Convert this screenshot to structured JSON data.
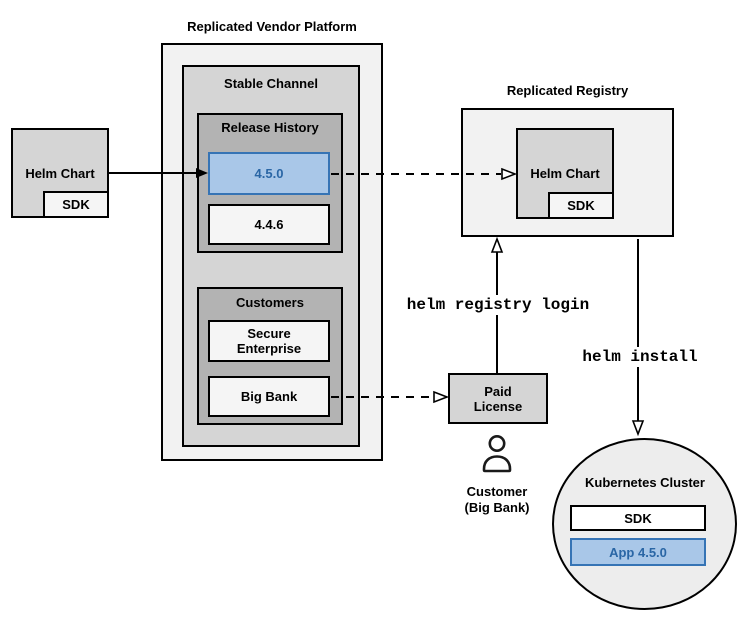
{
  "colors": {
    "background": "#ffffff",
    "container_fill": "#f2f2f2",
    "channel_fill": "#d5d5d5",
    "group_fill": "#b3b3b3",
    "item_fill": "#f5f5f5",
    "highlight_fill": "#a9c7e8",
    "highlight_border": "#3674b5",
    "highlight_text": "#2a66a5",
    "border": "#000000",
    "cluster_fill": "#ededed"
  },
  "vendor_platform": {
    "title": "Replicated Vendor Platform",
    "stable_channel": {
      "title": "Stable Channel",
      "release_history": {
        "title": "Release History",
        "releases": [
          {
            "version": "4.5.0",
            "highlighted": true
          },
          {
            "version": "4.4.6",
            "highlighted": false
          }
        ]
      },
      "customers": {
        "title": "Customers",
        "items": [
          "Secure Enterprise",
          "Big Bank"
        ]
      }
    }
  },
  "source_helm_chart": {
    "label": "Helm Chart",
    "sdk_label": "SDK"
  },
  "registry": {
    "title": "Replicated Registry",
    "helm_chart_label": "Helm Chart",
    "sdk_label": "SDK"
  },
  "paid_license": {
    "label": "Paid License"
  },
  "customer": {
    "line1": "Customer",
    "line2": "(Big Bank)"
  },
  "commands": {
    "registry_login": "helm registry login",
    "install": "helm install"
  },
  "kubernetes": {
    "title": "Kubernetes Cluster",
    "sdk_label": "SDK",
    "app_label": "App 4.5.0"
  }
}
